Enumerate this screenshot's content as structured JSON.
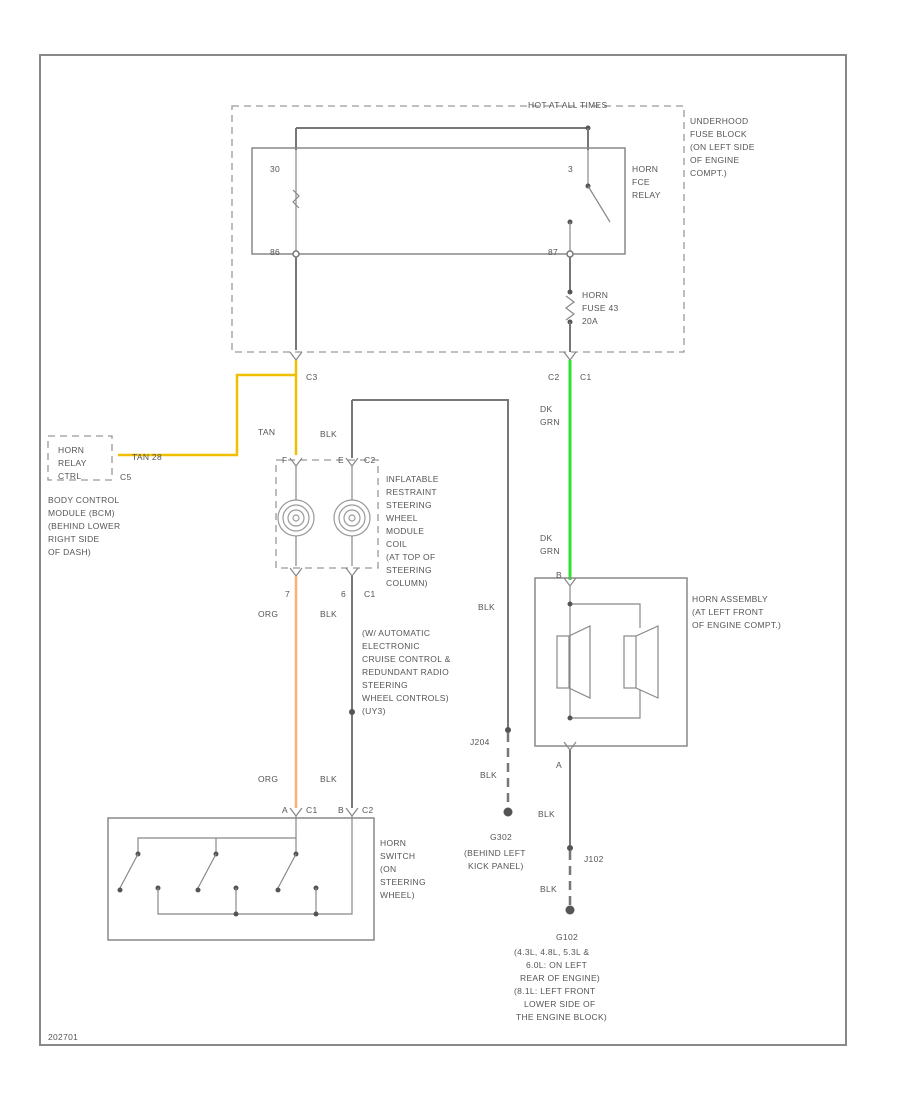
{
  "top_label": "HOT AT ALL TIMES",
  "fuse_block": {
    "lines": [
      "UNDERHOOD",
      "FUSE BLOCK",
      "(ON LEFT SIDE",
      "OF ENGINE",
      "COMPT.)"
    ],
    "pins": {
      "p30": "30",
      "p3": "3",
      "p86": "86",
      "p87": "87"
    },
    "connector_c3": "C3",
    "connector_c1": "C1",
    "c_label_2": "C2"
  },
  "relay": {
    "lines": [
      "HORN",
      "FCE",
      "RELAY"
    ]
  },
  "fuse": {
    "lines": [
      "HORN",
      "FUSE 43",
      "20A"
    ]
  },
  "bcm": {
    "box_lines": [
      "HORN",
      "RELAY",
      "CTRL"
    ],
    "pin": "C5",
    "wire_label": "TAN 28",
    "lines": [
      "BODY CONTROL",
      "MODULE (BCM)",
      "(BEHIND LOWER",
      "RIGHT SIDE",
      "OF DASH)"
    ]
  },
  "wires": {
    "tan": "TAN",
    "blk_top": "BLK",
    "dkgrn_top": [
      "DK",
      "GRN"
    ],
    "dkgrn_bottom": [
      "DK",
      "GRN"
    ],
    "org_upper": "ORG",
    "blk_mid": "BLK",
    "org_lower": "ORG",
    "blk_lower": "BLK",
    "blk_right": "BLK",
    "blk_ground1": "BLK",
    "blk_horn_gnd": "BLK",
    "blk_g102": "BLK"
  },
  "coil": {
    "lines": [
      "INFLATABLE",
      "RESTRAINT",
      "STEERING",
      "WHEEL",
      "MODULE",
      "COIL",
      "(AT TOP OF",
      "STEERING",
      "COLUMN)"
    ],
    "pin_f": "F",
    "pin_e": "E",
    "c1": "C1",
    "c2": "C2",
    "pin7": "7",
    "pin6": "6"
  },
  "note": {
    "lines": [
      "(W/ AUTOMATIC",
      "ELECTRONIC",
      "CRUISE CONTROL &",
      "REDUNDANT RADIO",
      "STEERING",
      "WHEEL CONTROLS)",
      "(UY3)"
    ]
  },
  "switch": {
    "lines": [
      "HORN",
      "SWITCH",
      "(ON",
      "STEERING",
      "WHEEL)"
    ],
    "pin_a": "A",
    "pin_b": "B",
    "c1": "C1",
    "c2": "C2"
  },
  "horn": {
    "lines": [
      "HORN ASSEMBLY",
      "(AT LEFT FRONT",
      "OF ENGINE COMPT.)"
    ],
    "pin_b": "B",
    "pin_a": "A"
  },
  "ground1": {
    "splice": "J204",
    "label": "G302",
    "lines": [
      "(BEHIND LEFT",
      "KICK PANEL)"
    ]
  },
  "ground2": {
    "splice": "J102",
    "label": "G102",
    "lines": [
      "(4.3L, 4.8L, 5.3L &",
      "6.0L: ON LEFT",
      "REAR OF ENGINE)",
      "(8.1L: LEFT FRONT",
      "LOWER SIDE OF",
      "THE ENGINE BLOCK)"
    ]
  },
  "doc_id": "202701",
  "colors": {
    "tan": "#f0c000",
    "green": "#30e030",
    "orange": "#ffb070",
    "wire": "#777777",
    "border": "#888888"
  }
}
